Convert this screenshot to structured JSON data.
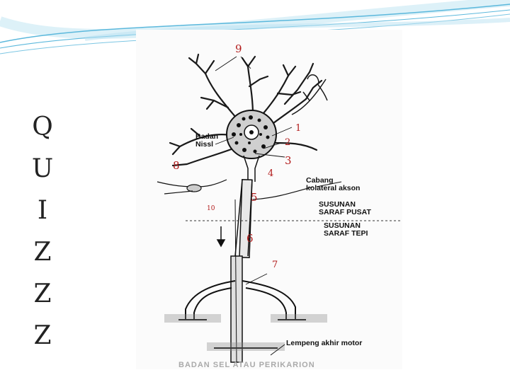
{
  "side_title": {
    "letters": [
      "Q",
      "U",
      "I",
      "Z",
      "Z",
      "Z"
    ]
  },
  "diagram": {
    "number_labels": [
      "9",
      "1",
      "2",
      "3",
      "4",
      "5",
      "6",
      "7",
      "8",
      "10"
    ],
    "text_labels": {
      "badan_nissl": "Badan\nNissl",
      "cabang": "Cabang\nkolateral akson",
      "susunan_pusat": "SUSUNAN\nSARAF PUSAT",
      "susunan_tepi": "SUSUNAN\nSARAF TEPI",
      "lempeng": "Lempeng akhir motor",
      "bottom_caption": "BADAN SEL ATAU PERIKARION"
    }
  },
  "colors": {
    "swoosh": "#5bb8dc",
    "number_red": "#b21b1b",
    "ink": "#111111"
  }
}
